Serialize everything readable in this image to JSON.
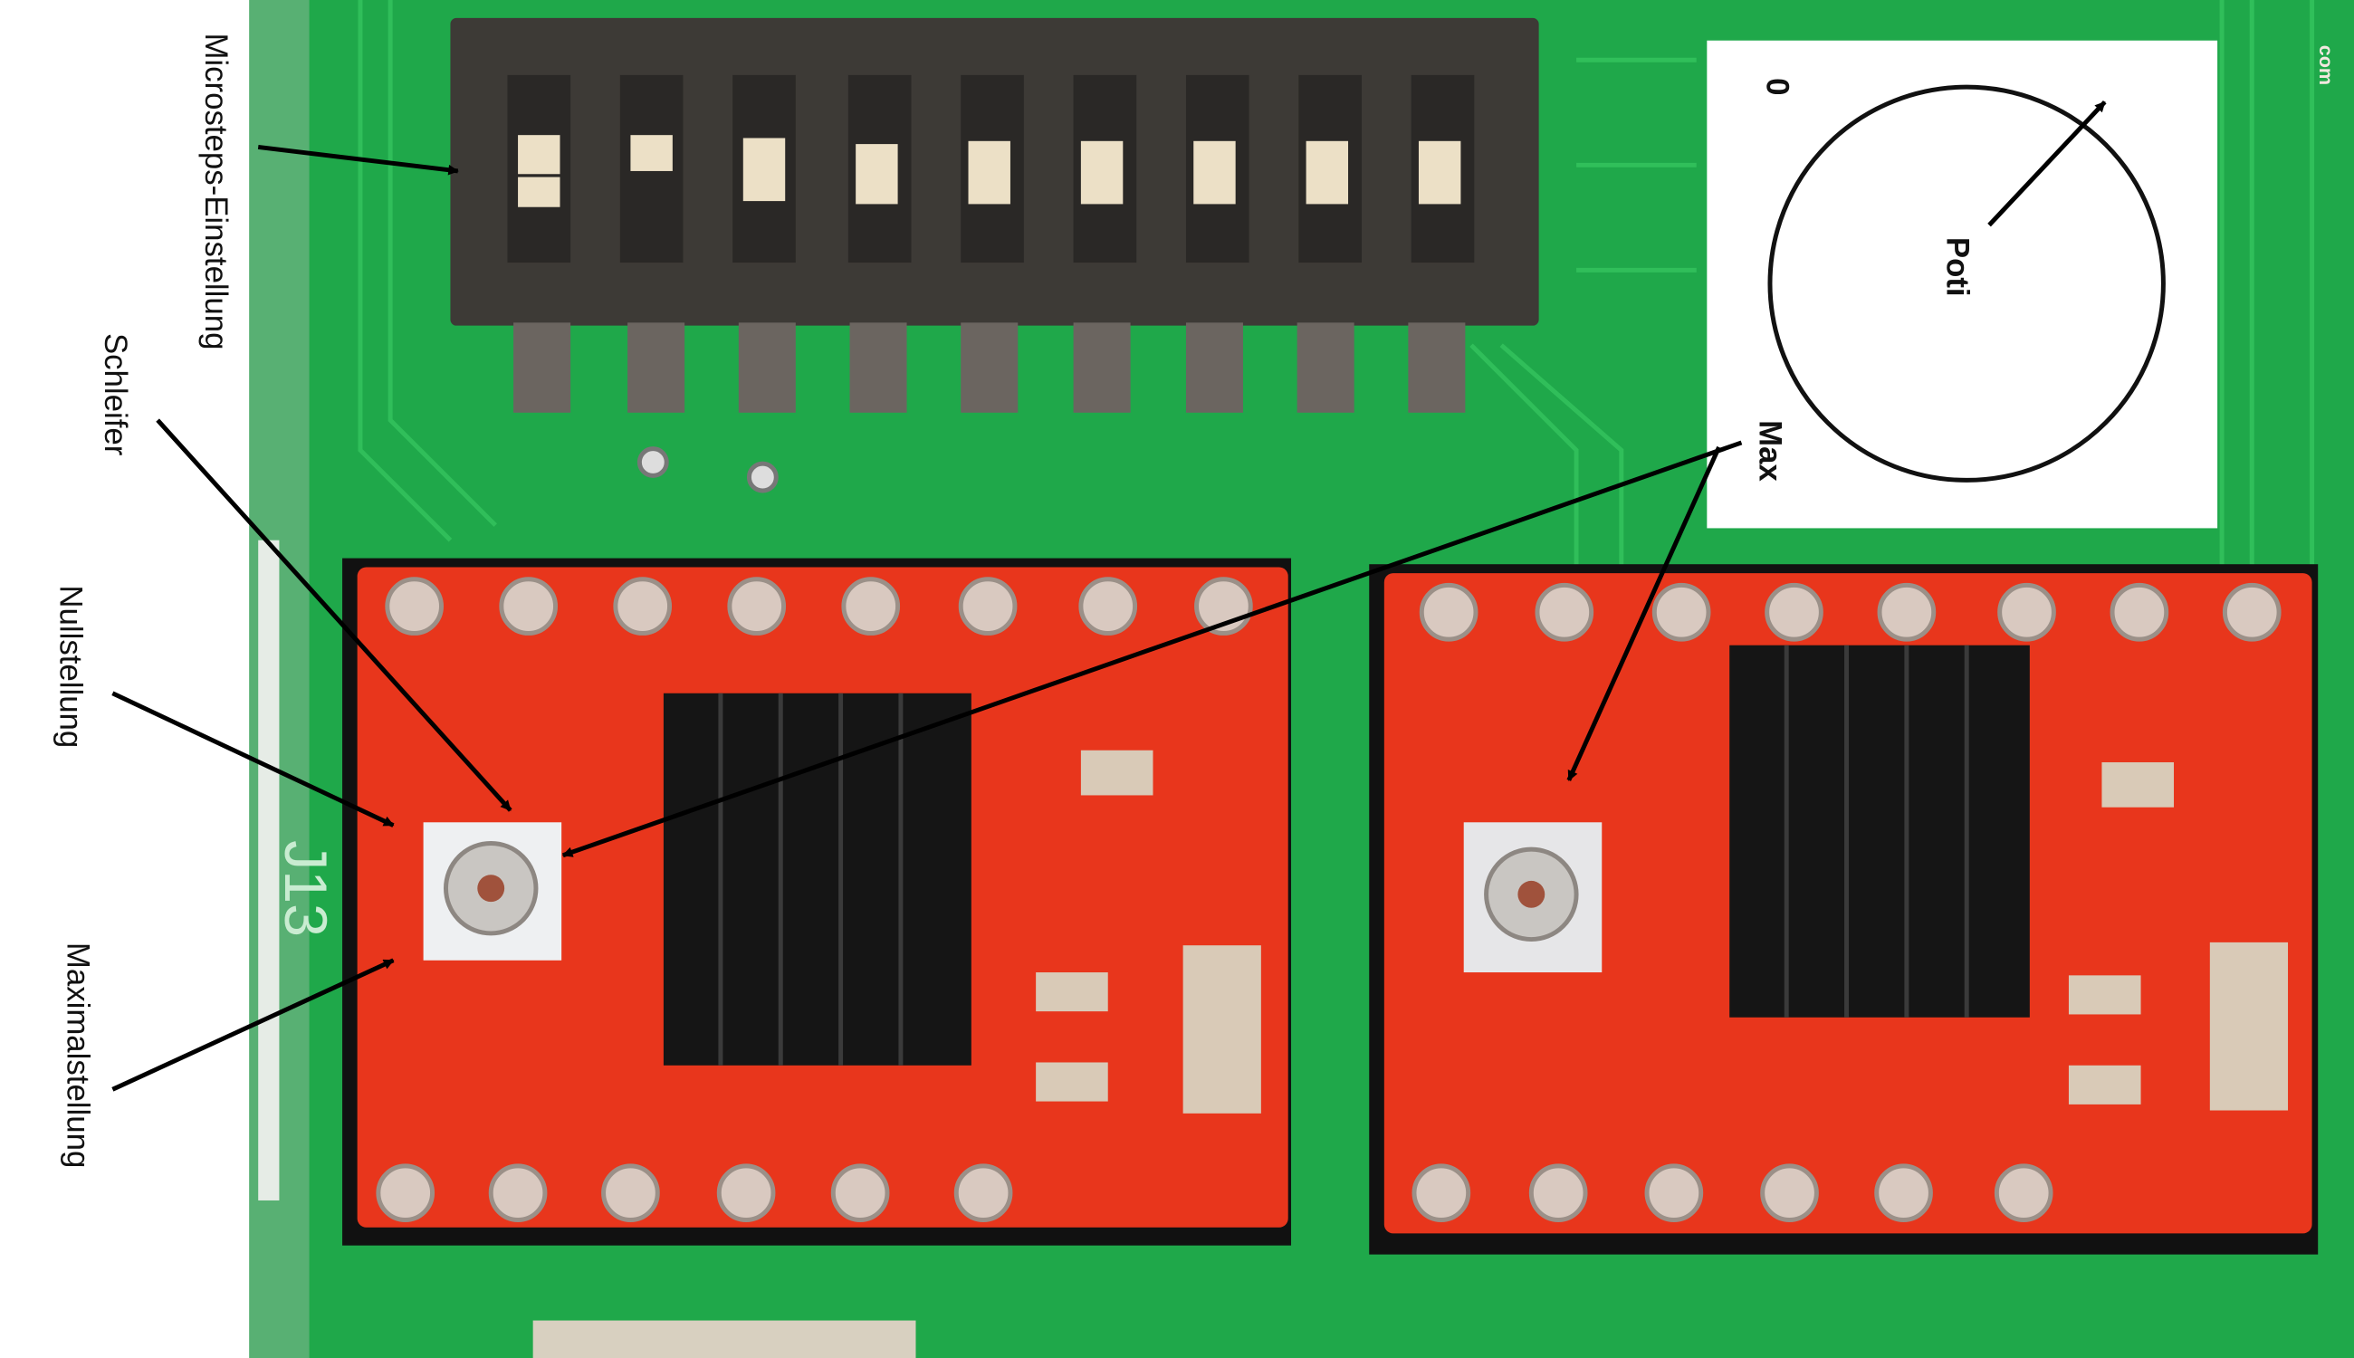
{
  "labels": {
    "microsteps": "Microsteps-Einstellung",
    "wiper": "Schleifer",
    "zero": "Nullstellung",
    "max_position": "Maximalstellung",
    "inset_zero": "0",
    "inset_poti": "Poti",
    "max": "Max"
  },
  "colors": {
    "pcb_green": "#1fa84a",
    "driver_red": "#e8361c",
    "heatsink": "#151515",
    "dip_switch": "#3d3a36",
    "arrow": "#000000"
  }
}
